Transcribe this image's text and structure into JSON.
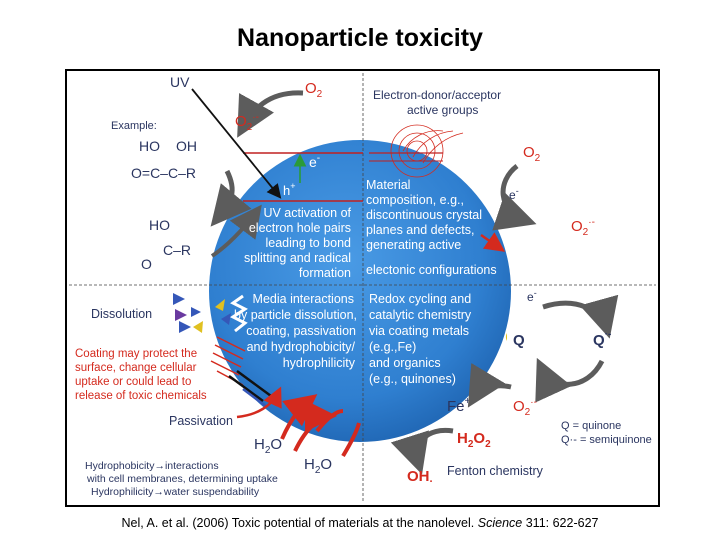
{
  "title": "Nanoparticle toxicity",
  "citation": {
    "prefix": "Nel, A. et al. (2006) Toxic potential of materials at the nanolevel.",
    "journal": "Science",
    "suffix": "311: 622-627"
  },
  "diagram": {
    "uv": "UV",
    "o2": "O",
    "sub2": "2",
    "sup_minus": "·-",
    "example": "Example:",
    "chem_ho1": "HO",
    "chem_oh": "OH",
    "chem_line2": "O=C–C–R",
    "chem_ho2": "HO",
    "chem_line4": "C–R",
    "chem_o": "O",
    "electron": "e",
    "electron_sup": "-",
    "hole": "h",
    "hole_sup": "+",
    "uv_activation": [
      "UV activation of",
      "electron hole pairs",
      "leading to bond",
      "splitting and radical",
      "formation"
    ],
    "electron_donor": [
      "Electron-donor/acceptor",
      "active groups"
    ],
    "material": [
      "Material",
      "composition, e.g.,",
      "discontinuous crystal",
      "planes and defects,",
      "generating active",
      "electonic configurations"
    ],
    "media": [
      "Media interactions",
      "by particle dissolution,",
      "coating, passivation",
      "and hydrophobicity/",
      "hydrophilicity"
    ],
    "redox": [
      "Redox cycling and",
      "catalytic chemistry",
      "via coating metals",
      "(e.g.,Fe)",
      "and organics",
      "(e.g., quinones)"
    ],
    "dissolution": "Dissolution",
    "coating": [
      "Coating may protect the",
      "surface, change cellular",
      "uptake or could lead to",
      "release of toxic chemicals"
    ],
    "passivation": "Passivation",
    "h2o": "H",
    "h2o_o": "O",
    "hydro": [
      "Hydrophobicity→interactions",
      "with cell membranes, determining uptake",
      "Hydrophilicity→water suspendability"
    ],
    "q": "Q",
    "q_minus": "Q",
    "fe": "Fe",
    "fe_sup": "++",
    "h2o2": "H",
    "h2o2_o": "O",
    "oh": "OH",
    "oh_sup": "·",
    "fenton": "Fenton chemistry",
    "q_legend": [
      "Q = quinone",
      "Q·- = semiquinone"
    ]
  },
  "colors": {
    "sphere": "#2f7fd0",
    "red_text": "#d42a1e",
    "dark_text": "#2a3560",
    "arrow_gray": "#5c5c5c"
  }
}
